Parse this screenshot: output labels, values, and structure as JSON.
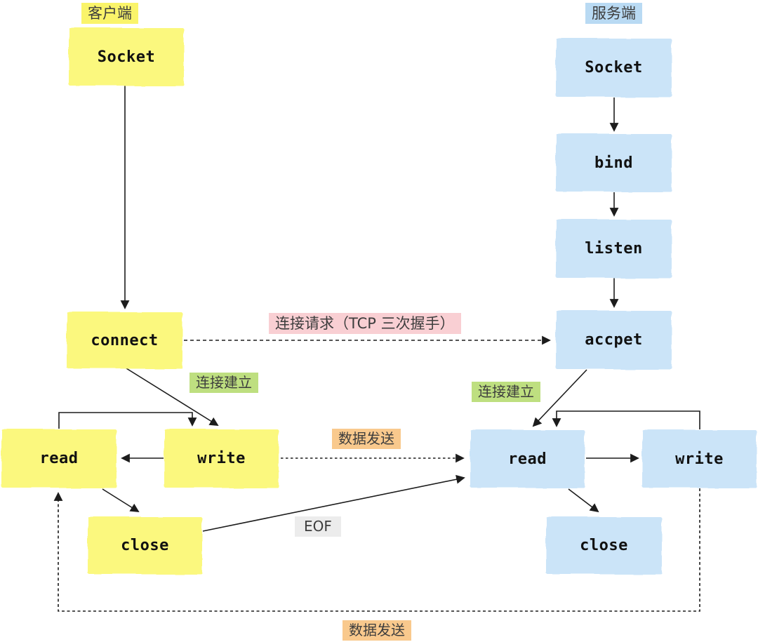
{
  "diagram": {
    "client": {
      "title": "客户端",
      "nodes": {
        "socket": "Socket",
        "connect": "connect",
        "read": "read",
        "write": "write",
        "close": "close"
      }
    },
    "server": {
      "title": "服务端",
      "nodes": {
        "socket": "Socket",
        "bind": "bind",
        "listen": "listen",
        "accept": "accpet",
        "read": "read",
        "write": "write",
        "close": "close"
      }
    },
    "labels": {
      "connect_request": "连接请求（TCP 三次握手）",
      "established_client": "连接建立",
      "established_server": "连接建立",
      "data_send_middle": "数据发送",
      "eof": "EOF",
      "data_send_bottom": "数据发送"
    },
    "colors": {
      "client_fill": "#FBF87E",
      "client_title_bg": "#FAF46A",
      "server_fill": "#CBE4F8",
      "server_title_bg": "#B9DAF3",
      "request_bg": "#F9CFD3",
      "established_bg": "#BEDF80",
      "data_send_bg": "#F9C98D",
      "eof_bg": "#ECECEC",
      "line": "#1c1c1c",
      "node_text": "#111111",
      "label_text": "#3d3d3d"
    }
  }
}
